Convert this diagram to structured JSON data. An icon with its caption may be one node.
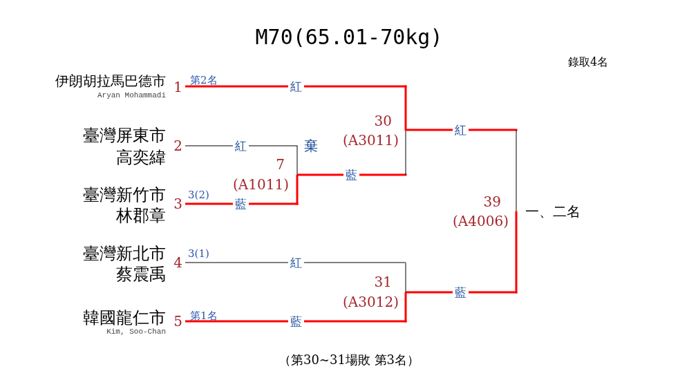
{
  "diagram": {
    "title": "M70(65.01-70kg)",
    "caption": "（第30~31場敗 第3名）",
    "nodes": [
      {
        "text": [
          "伊朗胡拉馬巴德市",
          "Aryan Mohammadi",
          "1"
        ],
        "beside": [
          "第2名"
        ]
      },
      {
        "text": [
          "臺灣屏東市",
          "高奕緯",
          "2"
        ]
      },
      {
        "text": [
          "臺灣新竹市",
          "林郡章",
          "3"
        ],
        "beside": [
          "3(2)"
        ]
      },
      {
        "text": [
          "臺灣新北市",
          "蔡震禹",
          "4"
        ],
        "beside": [
          "3(1)"
        ]
      },
      {
        "text": [
          "韓國龍仁市",
          "Kim, Soo-Chan",
          "5"
        ],
        "beside": [
          "第1名"
        ]
      },
      {
        "text": [
          "7",
          "(A1011)"
        ]
      },
      {
        "text": [
          "30",
          "(A3011)"
        ]
      },
      {
        "text": [
          "31",
          "(A3012)"
        ]
      },
      {
        "text": [
          "39",
          "(A4006)"
        ]
      }
    ],
    "edges": [
      {
        "from": 0,
        "to": 6,
        "arrow": "none",
        "label": "紅"
      },
      {
        "from": 1,
        "to": 5,
        "arrow": "none",
        "label": "紅",
        "color": "#000000"
      },
      {
        "from": 2,
        "to": 5,
        "arrow": "none",
        "label": "藍"
      },
      {
        "from": 3,
        "to": 7,
        "arrow": "none",
        "label": "紅",
        "color": "#000000"
      },
      {
        "from": 4,
        "to": 7,
        "arrow": "none",
        "label": "藍"
      },
      {
        "from": 5,
        "to": 6,
        "arrow": "none",
        "label": "藍"
      },
      {
        "from": 6,
        "to": 8,
        "arrow": "none",
        "label": "紅"
      },
      {
        "from": 7,
        "to": 8,
        "arrow": "none",
        "label": "藍"
      }
    ],
    "labels": [
      "錄取4名",
      "棄",
      "一、二名"
    ]
  }
}
